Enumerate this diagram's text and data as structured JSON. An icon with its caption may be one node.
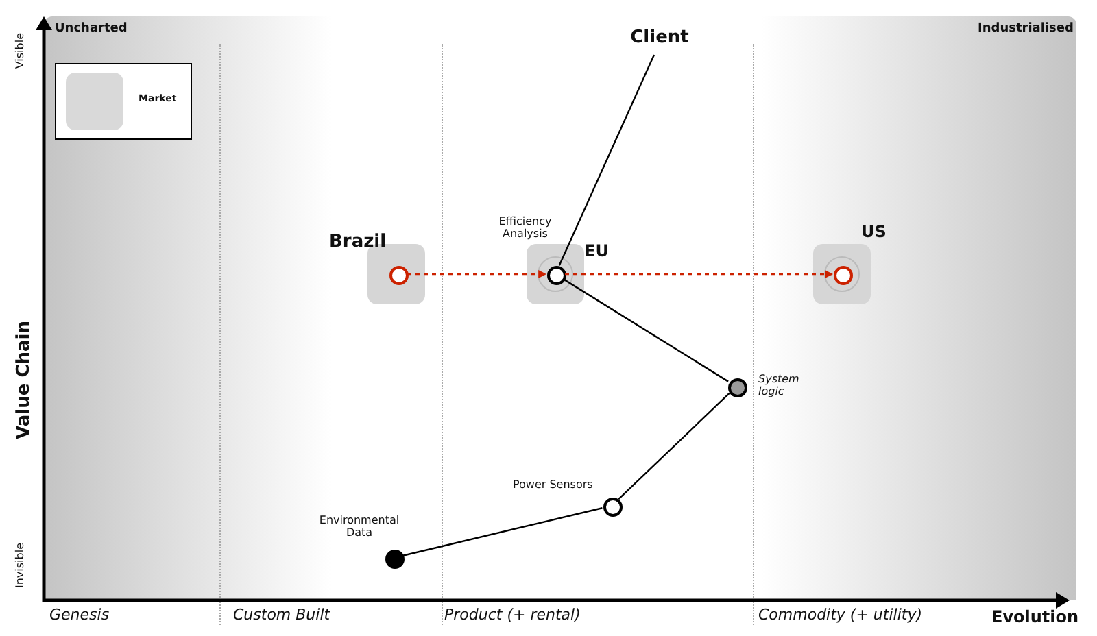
{
  "diagram": {
    "nodes": [
      {
        "text": [
          "Client"
        ]
      },
      {
        "text": [
          "Brazil"
        ]
      },
      {
        "text": [
          "Efficiency Analysis"
        ],
        "beside": [
          "EU"
        ]
      },
      {
        "text": [
          "US"
        ]
      },
      {
        "text": [
          "System logic"
        ]
      },
      {
        "text": [
          "Power Sensors"
        ]
      },
      {
        "text": [
          "Environmental Data"
        ]
      }
    ],
    "edges": [
      {
        "from": 0,
        "to": 2,
        "arrow": "none"
      },
      {
        "from": 1,
        "to": 2,
        "arrow": "to",
        "style": "dashed",
        "color": "#cc2200"
      },
      {
        "from": 2,
        "to": 3,
        "arrow": "to",
        "style": "dashed",
        "color": "#cc2200"
      },
      {
        "from": 2,
        "to": 4,
        "arrow": "none"
      },
      {
        "from": 4,
        "to": 5,
        "arrow": "none"
      },
      {
        "from": 5,
        "to": 6,
        "arrow": "none"
      }
    ],
    "labels": [
      "Uncharted",
      "Industrialised",
      "Visible",
      "Value Chain",
      "Invisible",
      "Genesis",
      "Custom Built",
      "Product (+ rental)",
      "Commodity (+ utility)",
      "Evolution"
    ],
    "legend": [
      {
        "text": "Market",
        "color": "#d9d9d9"
      }
    ]
  }
}
